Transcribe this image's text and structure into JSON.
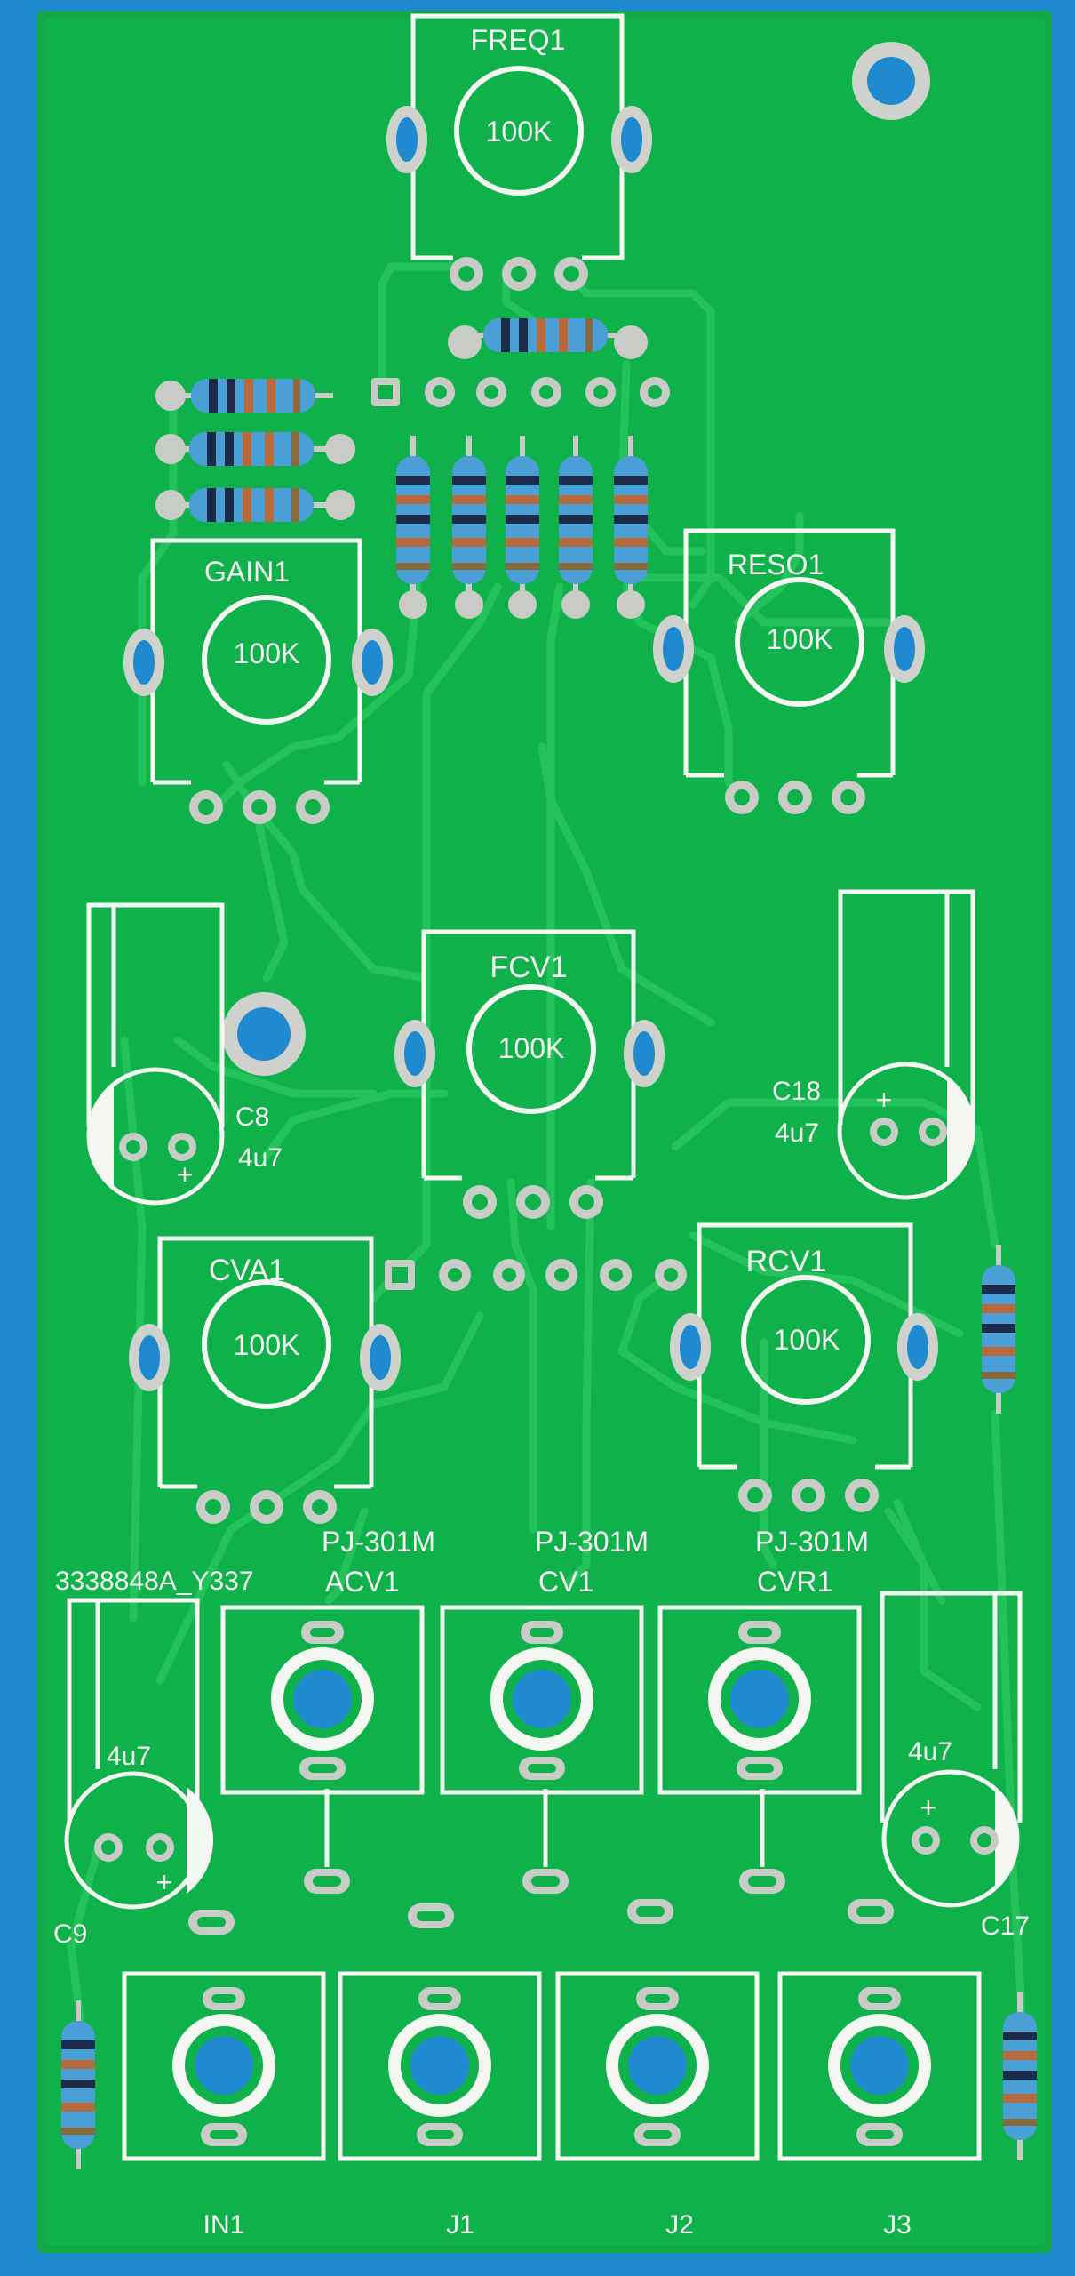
{
  "board": {
    "top_labels": {
      "freq": "FREQ1",
      "gain": "GAIN1",
      "reso": "RESO1"
    },
    "mid_labels": {
      "fcv": "FCV1",
      "cva": "CVA1",
      "rcv": "RCV1"
    },
    "pot_value": "100K",
    "capacitors": {
      "c8": "C8",
      "c8_value": "4u7",
      "c18": "C18",
      "c18_value": "4u7",
      "c9": "C9",
      "c9_value": "4u7",
      "c17": "C17",
      "c17_value": "4u7",
      "plus": "+"
    },
    "part_code": "3338848A_Y337",
    "jack_type": "PJ-301M",
    "jack_labels_top": {
      "acv": "ACV1",
      "cv": "CV1",
      "cvr": "CVR1"
    },
    "jack_labels_bottom": {
      "in1": "IN1",
      "j1": "J1",
      "j2": "J2",
      "j3": "J3"
    }
  },
  "colors": {
    "background": "#1f8ad0",
    "pcb": "#0fb24a",
    "pcb_trace": "#23c25a",
    "silkscreen": "#f4f7f2",
    "pad": "#c9ccc6",
    "resistor_body": "#4a9fd6"
  }
}
